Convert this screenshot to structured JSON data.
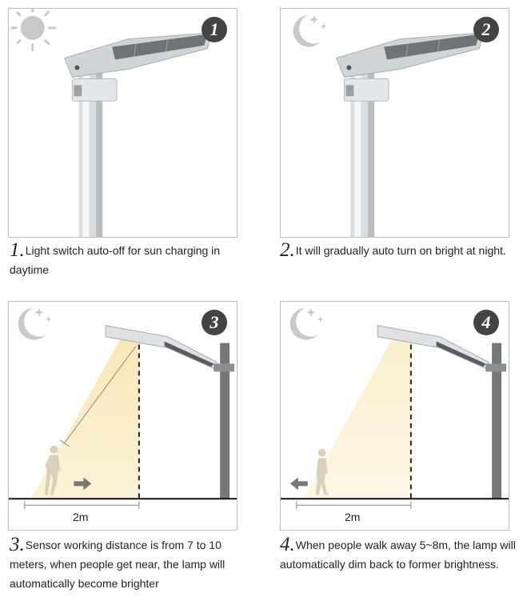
{
  "panels": [
    {
      "number": "1"
    },
    {
      "number": "2"
    },
    {
      "number": "3",
      "distance": "2m"
    },
    {
      "number": "4",
      "distance": "2m"
    }
  ],
  "captions": [
    {
      "number": "1.",
      "text": "Light switch auto-off for sun charging in daytime"
    },
    {
      "number": "2.",
      "text": "It will gradually auto turn on bright at night."
    },
    {
      "number": "3.",
      "text": "Sensor working distance is from 7 to 10 meters, when people get near, the lamp will automatically become brighter"
    },
    {
      "number": "4.",
      "text": "When people walk away  5~8m, the lamp will automatically dim back to former brightness."
    }
  ],
  "icons": {
    "day": "sun-icon",
    "night": "moon-stars-icon",
    "toward": "arrow-right-icon",
    "away": "arrow-left-icon"
  },
  "colors": {
    "icon_gray": "#c9c9c9",
    "badge": "#444444",
    "beam": "#f7e6b0"
  }
}
